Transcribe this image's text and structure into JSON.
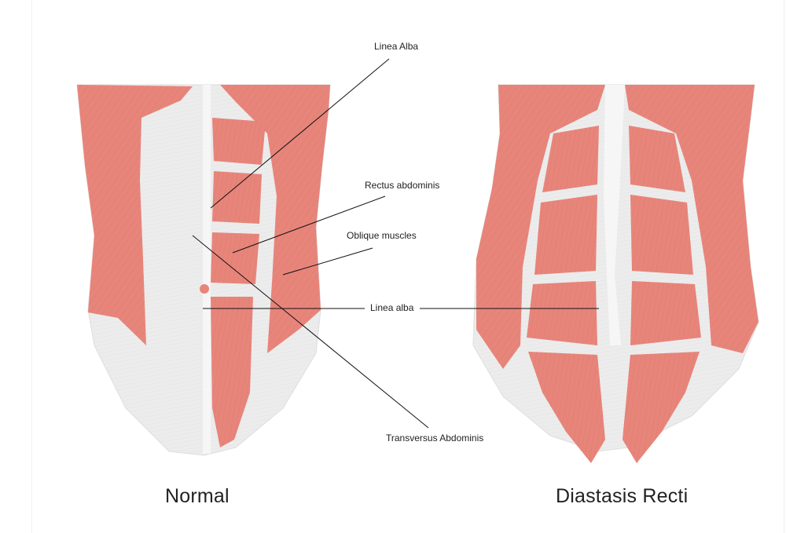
{
  "labels": {
    "linea_alba_top": "Linea Alba",
    "rectus_abdominis": "Rectus abdominis",
    "oblique_muscles": "Oblique muscles",
    "linea_alba_mid": "Linea alba",
    "transversus_abdominis": "Transversus Abdominis"
  },
  "captions": {
    "normal": "Normal",
    "diastasis": "Diastasis Recti"
  },
  "colors": {
    "muscle": "#e8857b",
    "muscle_dark": "#d76e64",
    "fascia": "#e9e9e9",
    "line": "#111111"
  }
}
